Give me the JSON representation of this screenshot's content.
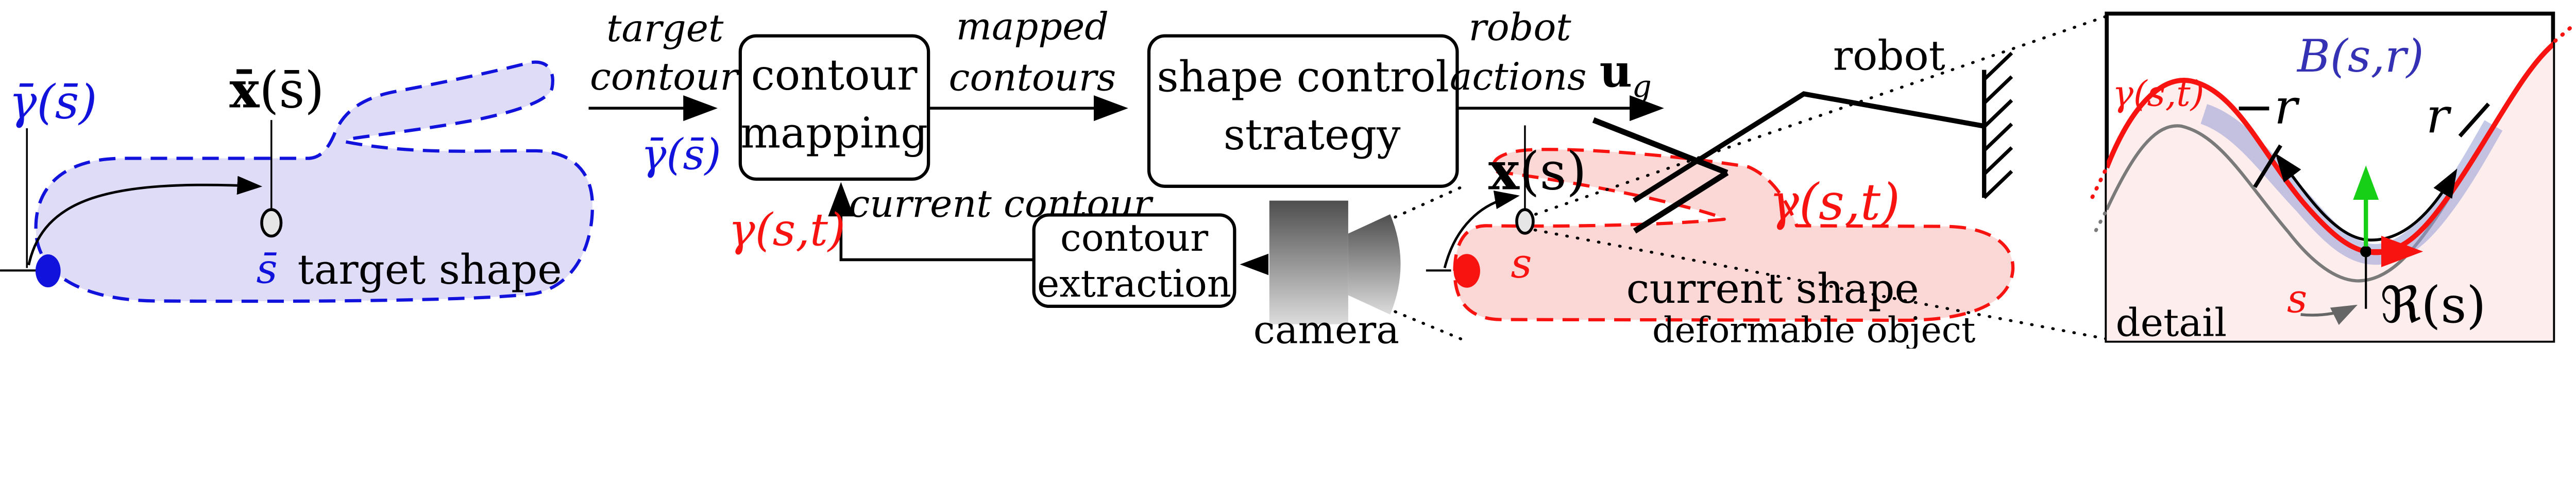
{
  "colors": {
    "blue": "#1212dd",
    "blue_fill": "#dedcf7",
    "red": "#f81310",
    "red_fill": "#fbd8d6",
    "inset_fill": "#fdeeed",
    "band": "rgba(150,156,214,0.55)",
    "navy": "#3431b4",
    "green": "#17cf17",
    "gray_curve": "#7a7a7a",
    "black": "#000000"
  },
  "target": {
    "gamma_bar_label": "γ̄(s̄)",
    "x_bar_bold": "x̄",
    "x_bar_rest": "(s̄)",
    "s_bar_label": "s̄",
    "shape_label": "target shape"
  },
  "flow": {
    "target_contour_line1": "target",
    "target_contour_line2": "contour",
    "gamma_bar_signal": "γ̄(s̄)",
    "mapped_line1": "mapped",
    "mapped_line2": "contours",
    "robot_actions_line1": "robot",
    "robot_actions_line2": "actions",
    "u": "u",
    "u_sub": "g",
    "current_contour": "current contour",
    "gamma_feedback": "γ(s,t)"
  },
  "boxes": {
    "contour_mapping_line1": "contour",
    "contour_mapping_line2": "mapping",
    "shape_control_line1": "shape control",
    "shape_control_line2": "strategy",
    "contour_extraction_line1": "contour",
    "contour_extraction_line2": "extraction"
  },
  "camera": {
    "label": "camera"
  },
  "current": {
    "x_bold": "x",
    "x_rest": "(s)",
    "s_label": "s",
    "gamma_label": "γ(s,t)",
    "shape_label": "current shape",
    "object_label": "deformable object"
  },
  "robot": {
    "label": "robot"
  },
  "inset": {
    "b_label": "B(s,r)",
    "gamma_label": "γ(s,t)",
    "minus_r_label": "−r",
    "r_label": "r",
    "s_label": "s",
    "radius_label": "ℜ(s)",
    "detail_label": "detail"
  }
}
